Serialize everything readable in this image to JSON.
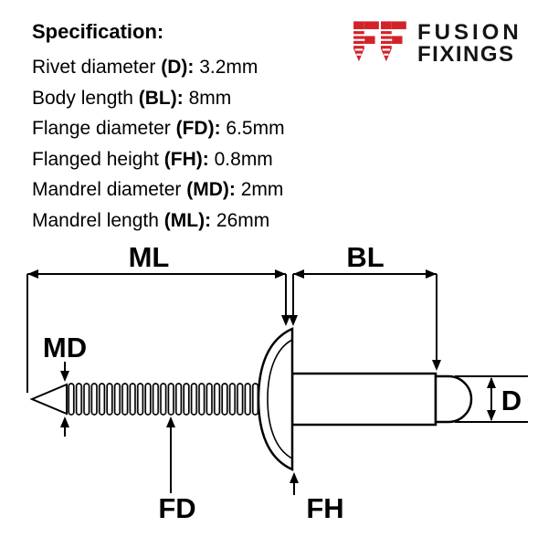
{
  "specification": {
    "title": "Specification:",
    "items": [
      {
        "label": "Rivet diameter",
        "key": "(D):",
        "value": "3.2mm"
      },
      {
        "label": "Body length",
        "key": "(BL):",
        "value": "8mm"
      },
      {
        "label": "Flange diameter",
        "key": "(FD):",
        "value": "6.5mm"
      },
      {
        "label": "Flanged height",
        "key": "(FH):",
        "value": "0.8mm"
      },
      {
        "label": "Mandrel diameter",
        "key": "(MD):",
        "value": "2mm"
      },
      {
        "label": "Mandrel length",
        "key": "(ML):",
        "value": "26mm"
      }
    ]
  },
  "logo": {
    "line1": "FUSION",
    "line2": "FIXINGS",
    "icon": "double-f-screw-logo-icon",
    "brand_red": "#d2232a"
  },
  "diagram": {
    "ink": "#000000",
    "labels": {
      "ml": "ML",
      "bl": "BL",
      "md": "MD",
      "fd": "FD",
      "fh": "FH",
      "d": "D"
    }
  }
}
